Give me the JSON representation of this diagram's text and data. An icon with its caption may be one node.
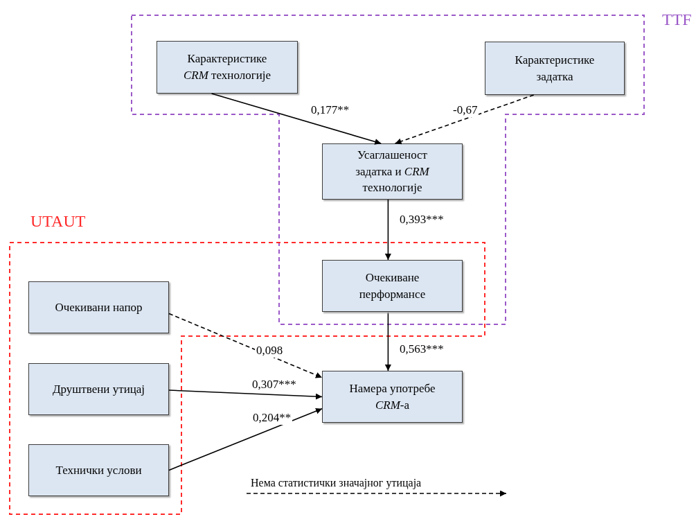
{
  "diagram": {
    "nodes": [
      {
        "text": [
          "TTF"
        ]
      },
      {
        "text": [
          "Карактеристике *CRM* технологије"
        ],
        "in": 0
      },
      {
        "text": [
          "Карактеристике задатка"
        ],
        "in": 0
      },
      {
        "text": [
          "Усаглашеност задатка и *CRM* технологије"
        ],
        "in": 0
      },
      {
        "text": [
          "UTAUT"
        ]
      },
      {
        "text": [
          "Очекиване перформансе"
        ]
      },
      {
        "text": [
          "Очекивани напор"
        ],
        "in": 4
      },
      {
        "text": [
          "Друштвени утицај"
        ],
        "in": 4
      },
      {
        "text": [
          "Намера употребе *CRM*-а"
        ]
      },
      {
        "text": [
          "Технички услови"
        ],
        "in": 4
      }
    ],
    "edges": [
      {
        "from": 1,
        "to": 3,
        "arrow": "to",
        "label": "0,177**"
      },
      {
        "from": 2,
        "to": 3,
        "arrow": "to",
        "label": "-0,67",
        "style": "dashed"
      },
      {
        "from": 3,
        "to": 5,
        "arrow": "to",
        "label": "0,393***"
      },
      {
        "from": 5,
        "to": 8,
        "arrow": "to",
        "label": "0,563***"
      },
      {
        "from": 6,
        "to": 8,
        "arrow": "to",
        "label": "0,098",
        "style": "dashed"
      },
      {
        "from": 7,
        "to": 8,
        "arrow": "to",
        "label": "0,307***"
      },
      {
        "from": 9,
        "to": 8,
        "arrow": "to",
        "label": "0,204**"
      }
    ],
    "legend": [
      {
        "text": "Нема статистички значајног утицаја"
      }
    ]
  }
}
